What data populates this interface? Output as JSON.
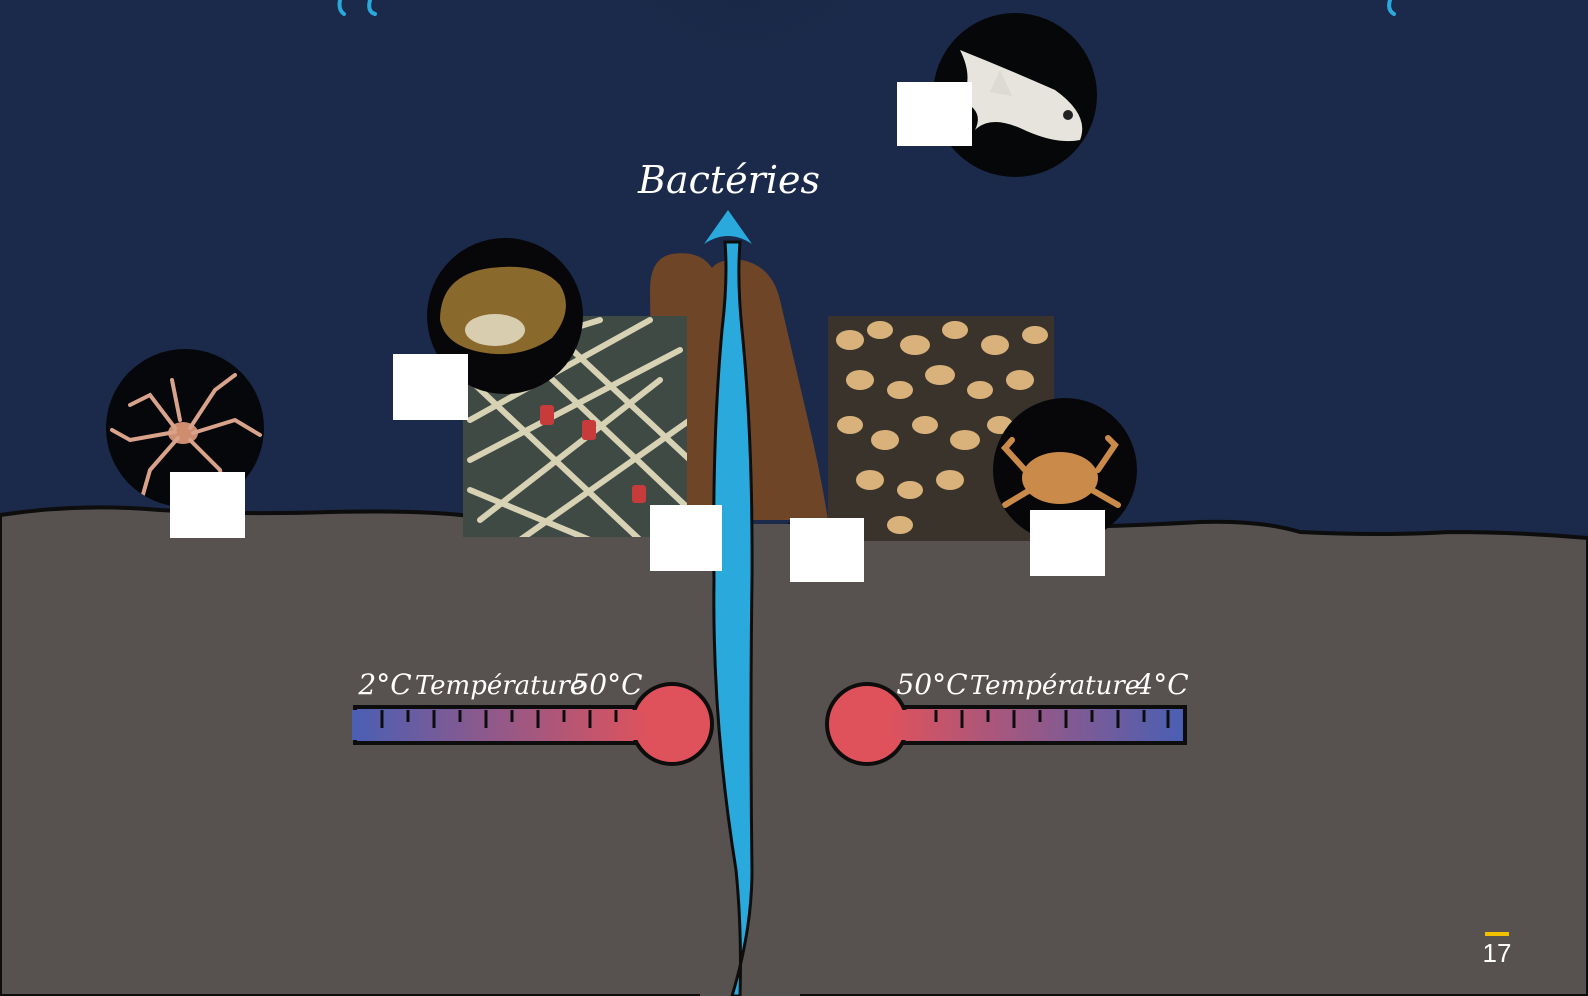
{
  "label_bacteria": "Bactéries",
  "left_thermometer": {
    "min_label": "2°C",
    "title": "Température",
    "max_label": "50°C"
  },
  "right_thermometer": {
    "max_label": "50°C",
    "title": "Température",
    "min_label": "4°C"
  },
  "page_number": "17",
  "colors": {
    "ocean": "#1b2a4a",
    "seafloor": "#57524f",
    "vent_fluid": "#2aa9dd",
    "chimney": "#6e4527",
    "accent": "#f2c200",
    "therm_cold": "#4a5fb4",
    "therm_hot": "#e0525b"
  },
  "icons": [
    "fish-photo",
    "sea-spider-photo",
    "snail-photo",
    "tubeworm-photo",
    "mussel-photo",
    "crab-photo",
    "thermometer-icon"
  ]
}
